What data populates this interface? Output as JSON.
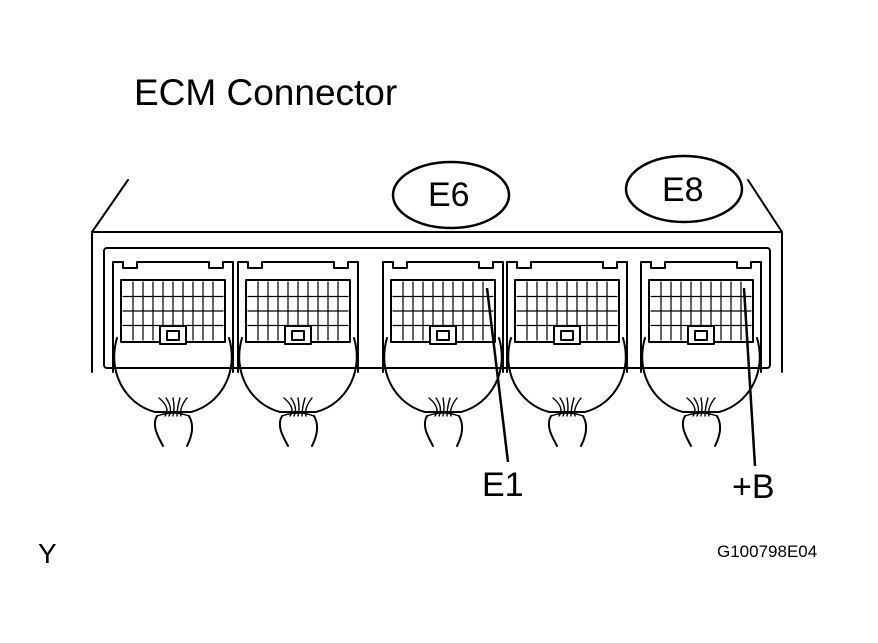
{
  "title": "ECM Connector",
  "connector_labels": {
    "e6": "E6",
    "e8": "E8"
  },
  "terminals": {
    "e1": "E1",
    "plus_b": "+B"
  },
  "corner_letter": "Y",
  "figure_code": "G100798E04",
  "line_color": "#000000"
}
